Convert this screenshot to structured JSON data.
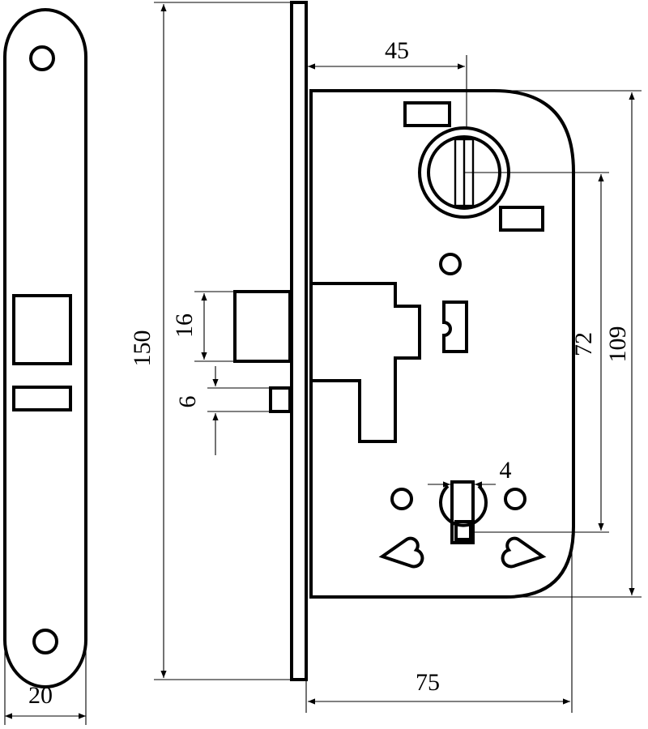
{
  "drawing": {
    "subject": "mortice lock technical drawing",
    "dimensions": {
      "faceplate_width": "20",
      "total_height": "150",
      "backset": "45",
      "latch_height": "16",
      "bolt_height": "6",
      "body_depth": "75",
      "body_height": "109",
      "center_distance": "72",
      "slot_width": "4"
    }
  }
}
